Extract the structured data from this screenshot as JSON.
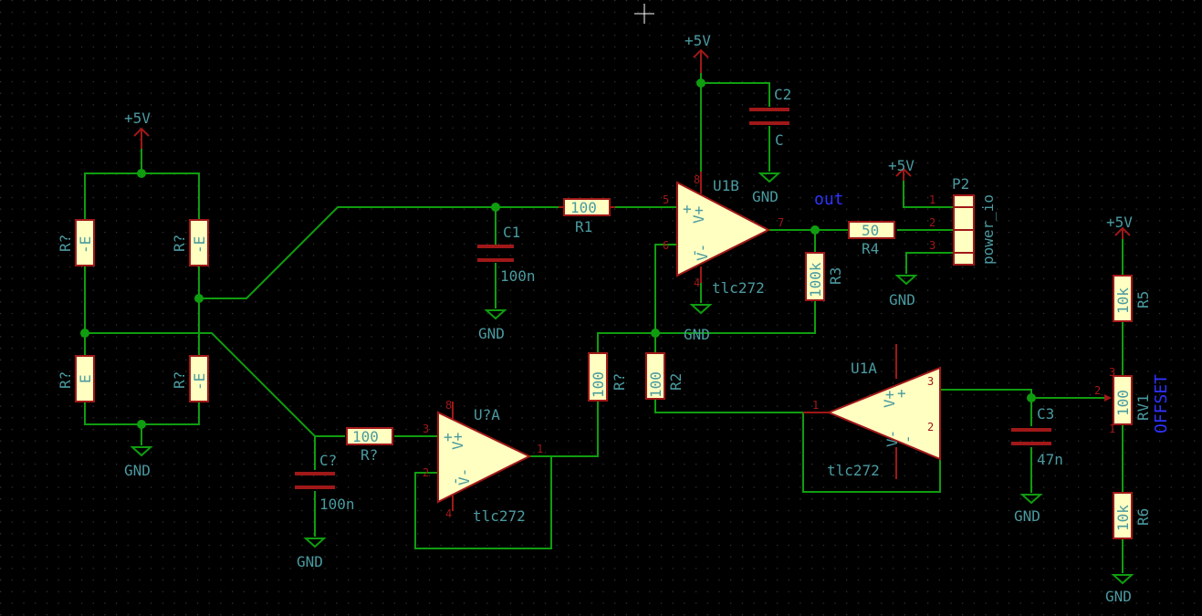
{
  "power": {
    "vcc": "+5V",
    "gnd": "GND"
  },
  "bridge": {
    "r_top_left": {
      "ref": "R?",
      "value": "-E"
    },
    "r_top_right": {
      "ref": "R?",
      "value": "-E"
    },
    "r_bot_left": {
      "ref": "R?",
      "value": "E"
    },
    "r_bot_right": {
      "ref": "R?",
      "value": "-E"
    }
  },
  "components": {
    "c1": {
      "ref": "C1",
      "value": "100n"
    },
    "cq": {
      "ref": "C?",
      "value": "100n"
    },
    "c2": {
      "ref": "C2",
      "value": "C"
    },
    "c3": {
      "ref": "C3",
      "value": "47n"
    },
    "r1": {
      "ref": "R1",
      "value": "100"
    },
    "rq_mid": {
      "ref": "R?",
      "value": "100"
    },
    "rq_vert": {
      "ref": "R?",
      "value": "100"
    },
    "r2": {
      "ref": "R2",
      "value": "100"
    },
    "r3": {
      "ref": "R3",
      "value": "100k"
    },
    "r4": {
      "ref": "R4",
      "value": "50"
    },
    "r5": {
      "ref": "R5",
      "value": "10k"
    },
    "r6": {
      "ref": "R6",
      "value": "10k"
    },
    "rv1": {
      "ref": "RV1",
      "value": "100",
      "label": "OFFSET"
    }
  },
  "opamps": {
    "u1b": {
      "ref": "U1B",
      "value": "tlc272",
      "pins": [
        "5",
        "6",
        "7",
        "8",
        "4"
      ]
    },
    "u1a": {
      "ref": "U1A",
      "value": "tlc272",
      "pins": [
        "3",
        "2",
        "1"
      ]
    },
    "uqa": {
      "ref": "U?A",
      "value": "tlc272",
      "pins": [
        "3",
        "2",
        "1",
        "8",
        "4"
      ]
    },
    "sym_plus": "+",
    "sym_minus": "-",
    "sym_vplus": "V+",
    "sym_vminus": "V-"
  },
  "connector": {
    "ref": "P2",
    "value": "power_io",
    "pins": [
      "1",
      "2",
      "3"
    ]
  },
  "net_labels": {
    "out": "out"
  },
  "misc_pins": {
    "rv1_pin1": "1",
    "rv1_pin2": "2",
    "rv1_pin3": "3"
  },
  "colors": {
    "wire": "#0f9d0f",
    "component": "#a01818",
    "fill": "#ffffc2",
    "text": "#4a9aa0",
    "netlabel": "#2f32ff",
    "background": "#000000"
  }
}
